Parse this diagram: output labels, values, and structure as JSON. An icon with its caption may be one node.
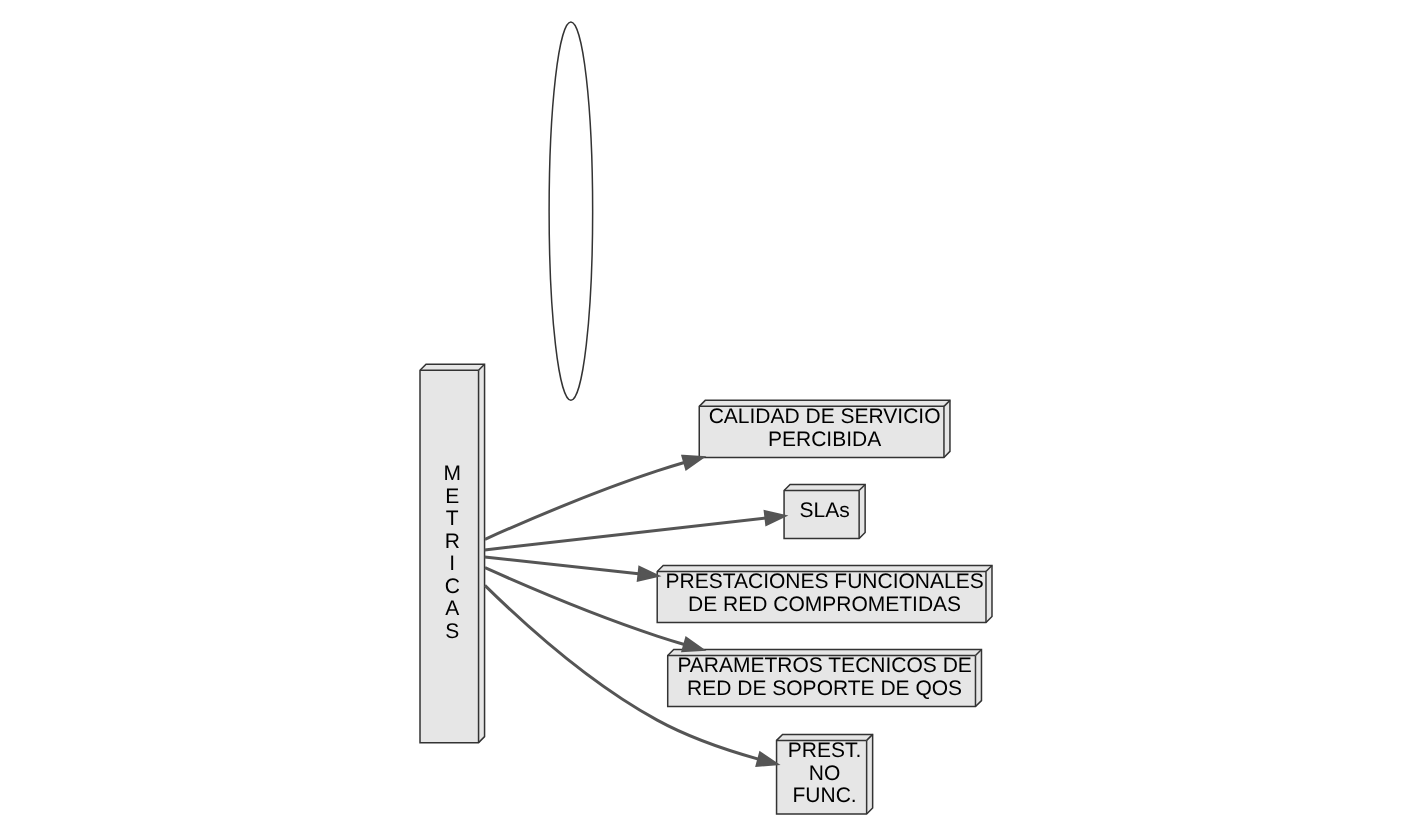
{
  "diagram": {
    "nodes": [
      {
        "text": [
          "METRICAS"
        ]
      },
      {
        "text": [],
        "shape": "ellipse"
      },
      {
        "text": [
          "CALIDAD DE SERVICIO PERCIBIDA"
        ]
      },
      {
        "text": [
          "SLAs"
        ]
      },
      {
        "text": [
          "PRESTACIONES FUNCIONALES DE RED COMPROMETIDAS"
        ]
      },
      {
        "text": [
          "PARAMETROS TECNICOS DE RED DE SOPORTE DE QOS"
        ]
      },
      {
        "text": [
          "PREST. NO FUNC."
        ]
      }
    ],
    "edges": [
      {
        "from": 0,
        "to": 2,
        "arrow": "to"
      },
      {
        "from": 0,
        "to": 3,
        "arrow": "to"
      },
      {
        "from": 0,
        "to": 4,
        "arrow": "to"
      },
      {
        "from": 0,
        "to": 5,
        "arrow": "to"
      },
      {
        "from": 0,
        "to": 6,
        "arrow": "to"
      }
    ]
  }
}
